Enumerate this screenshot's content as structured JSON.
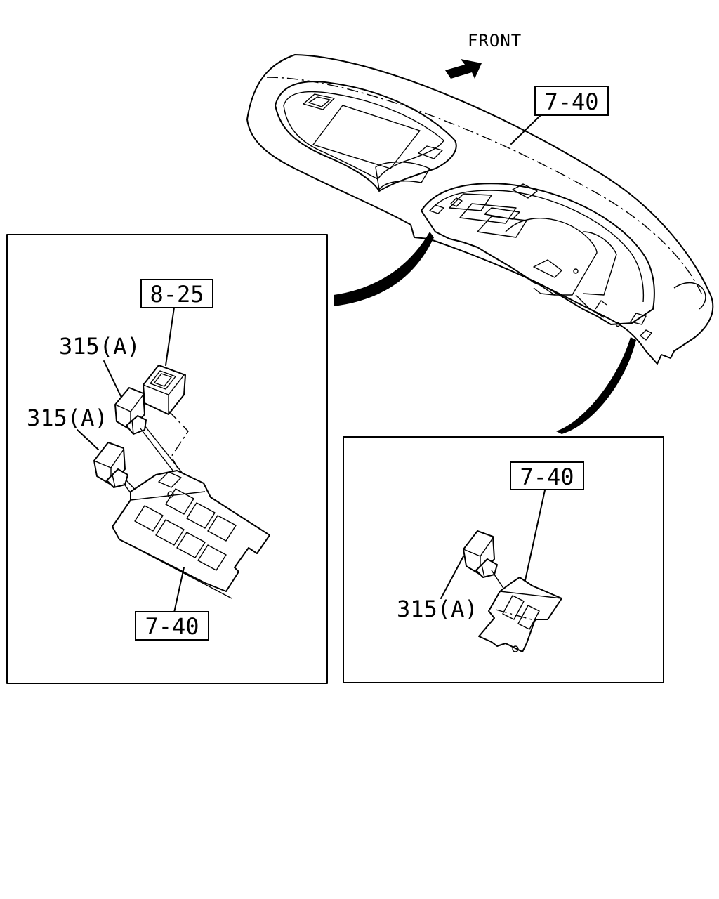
{
  "direction_label": "FRONT",
  "callouts": {
    "dashboard_ref": "7-40",
    "switch_ref": "8-25",
    "switch_left_upper": "315(A)",
    "switch_left_lower": "315(A)",
    "bracket_left_ref": "7-40",
    "bracket_right_ref": "7-40",
    "switch_right": "315(A)"
  }
}
